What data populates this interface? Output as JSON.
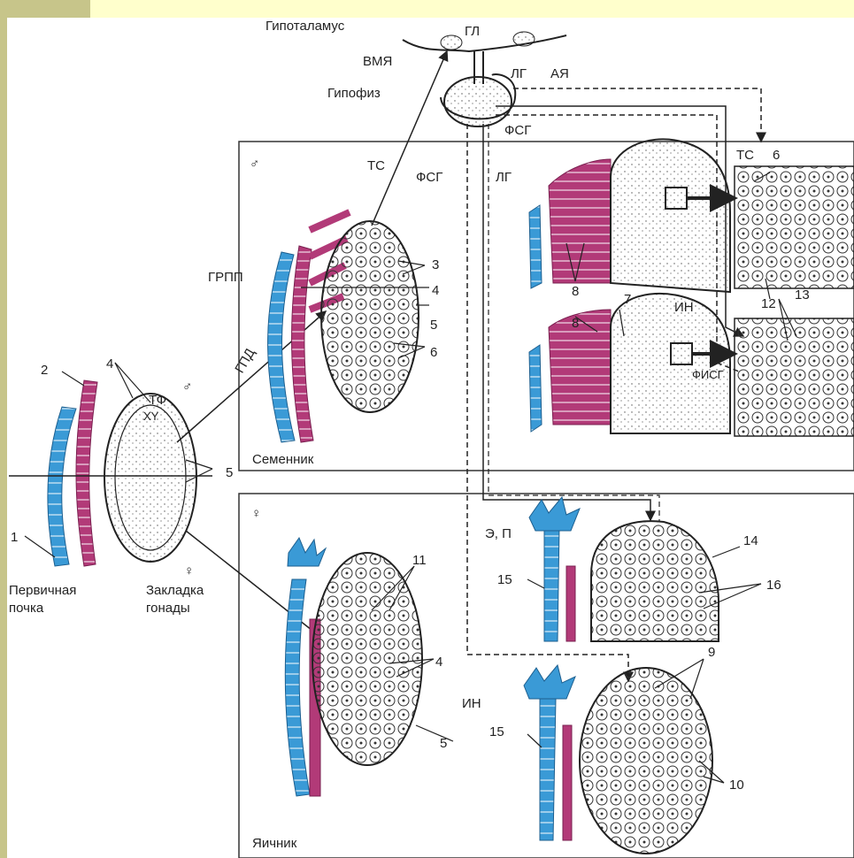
{
  "labels": {
    "hypothalamus": "Гипоталамус",
    "gl": "ГЛ",
    "vmya": "ВМЯ",
    "aya": "АЯ",
    "hypophysis": "Гипофиз",
    "lg_top": "ЛГ",
    "fsg_top": "ФСГ",
    "ts_left": "ТС",
    "fsg_mid": "ФСГ",
    "lg_mid": "ЛГ",
    "ts_right": "ТС",
    "grpp": "ГРПП",
    "gpd": "ГПД",
    "tf": "ТФ",
    "xy": "XY",
    "in_right": "ИН",
    "fisg": "ФИСГ",
    "e_p": "Э, П",
    "in_low": "ИН",
    "primary_kidney": "Первичная\nпочка",
    "gonad_anlage": "Закладка\nгонады",
    "testis": "Семенник",
    "ovary": "Яичник",
    "male_symbol": "♂",
    "female_symbol": "♀"
  },
  "numbers": [
    "1",
    "2",
    "3",
    "4",
    "5",
    "6",
    "7",
    "8",
    "9",
    "10",
    "11",
    "12",
    "13",
    "14",
    "15",
    "16"
  ],
  "colors": {
    "primary_kidney": "#3a9ad6",
    "mesonephric_duct": "#b23a78",
    "outline": "#222222",
    "side_bar": "#c7c58a",
    "top_bar": "#ffffcc"
  }
}
